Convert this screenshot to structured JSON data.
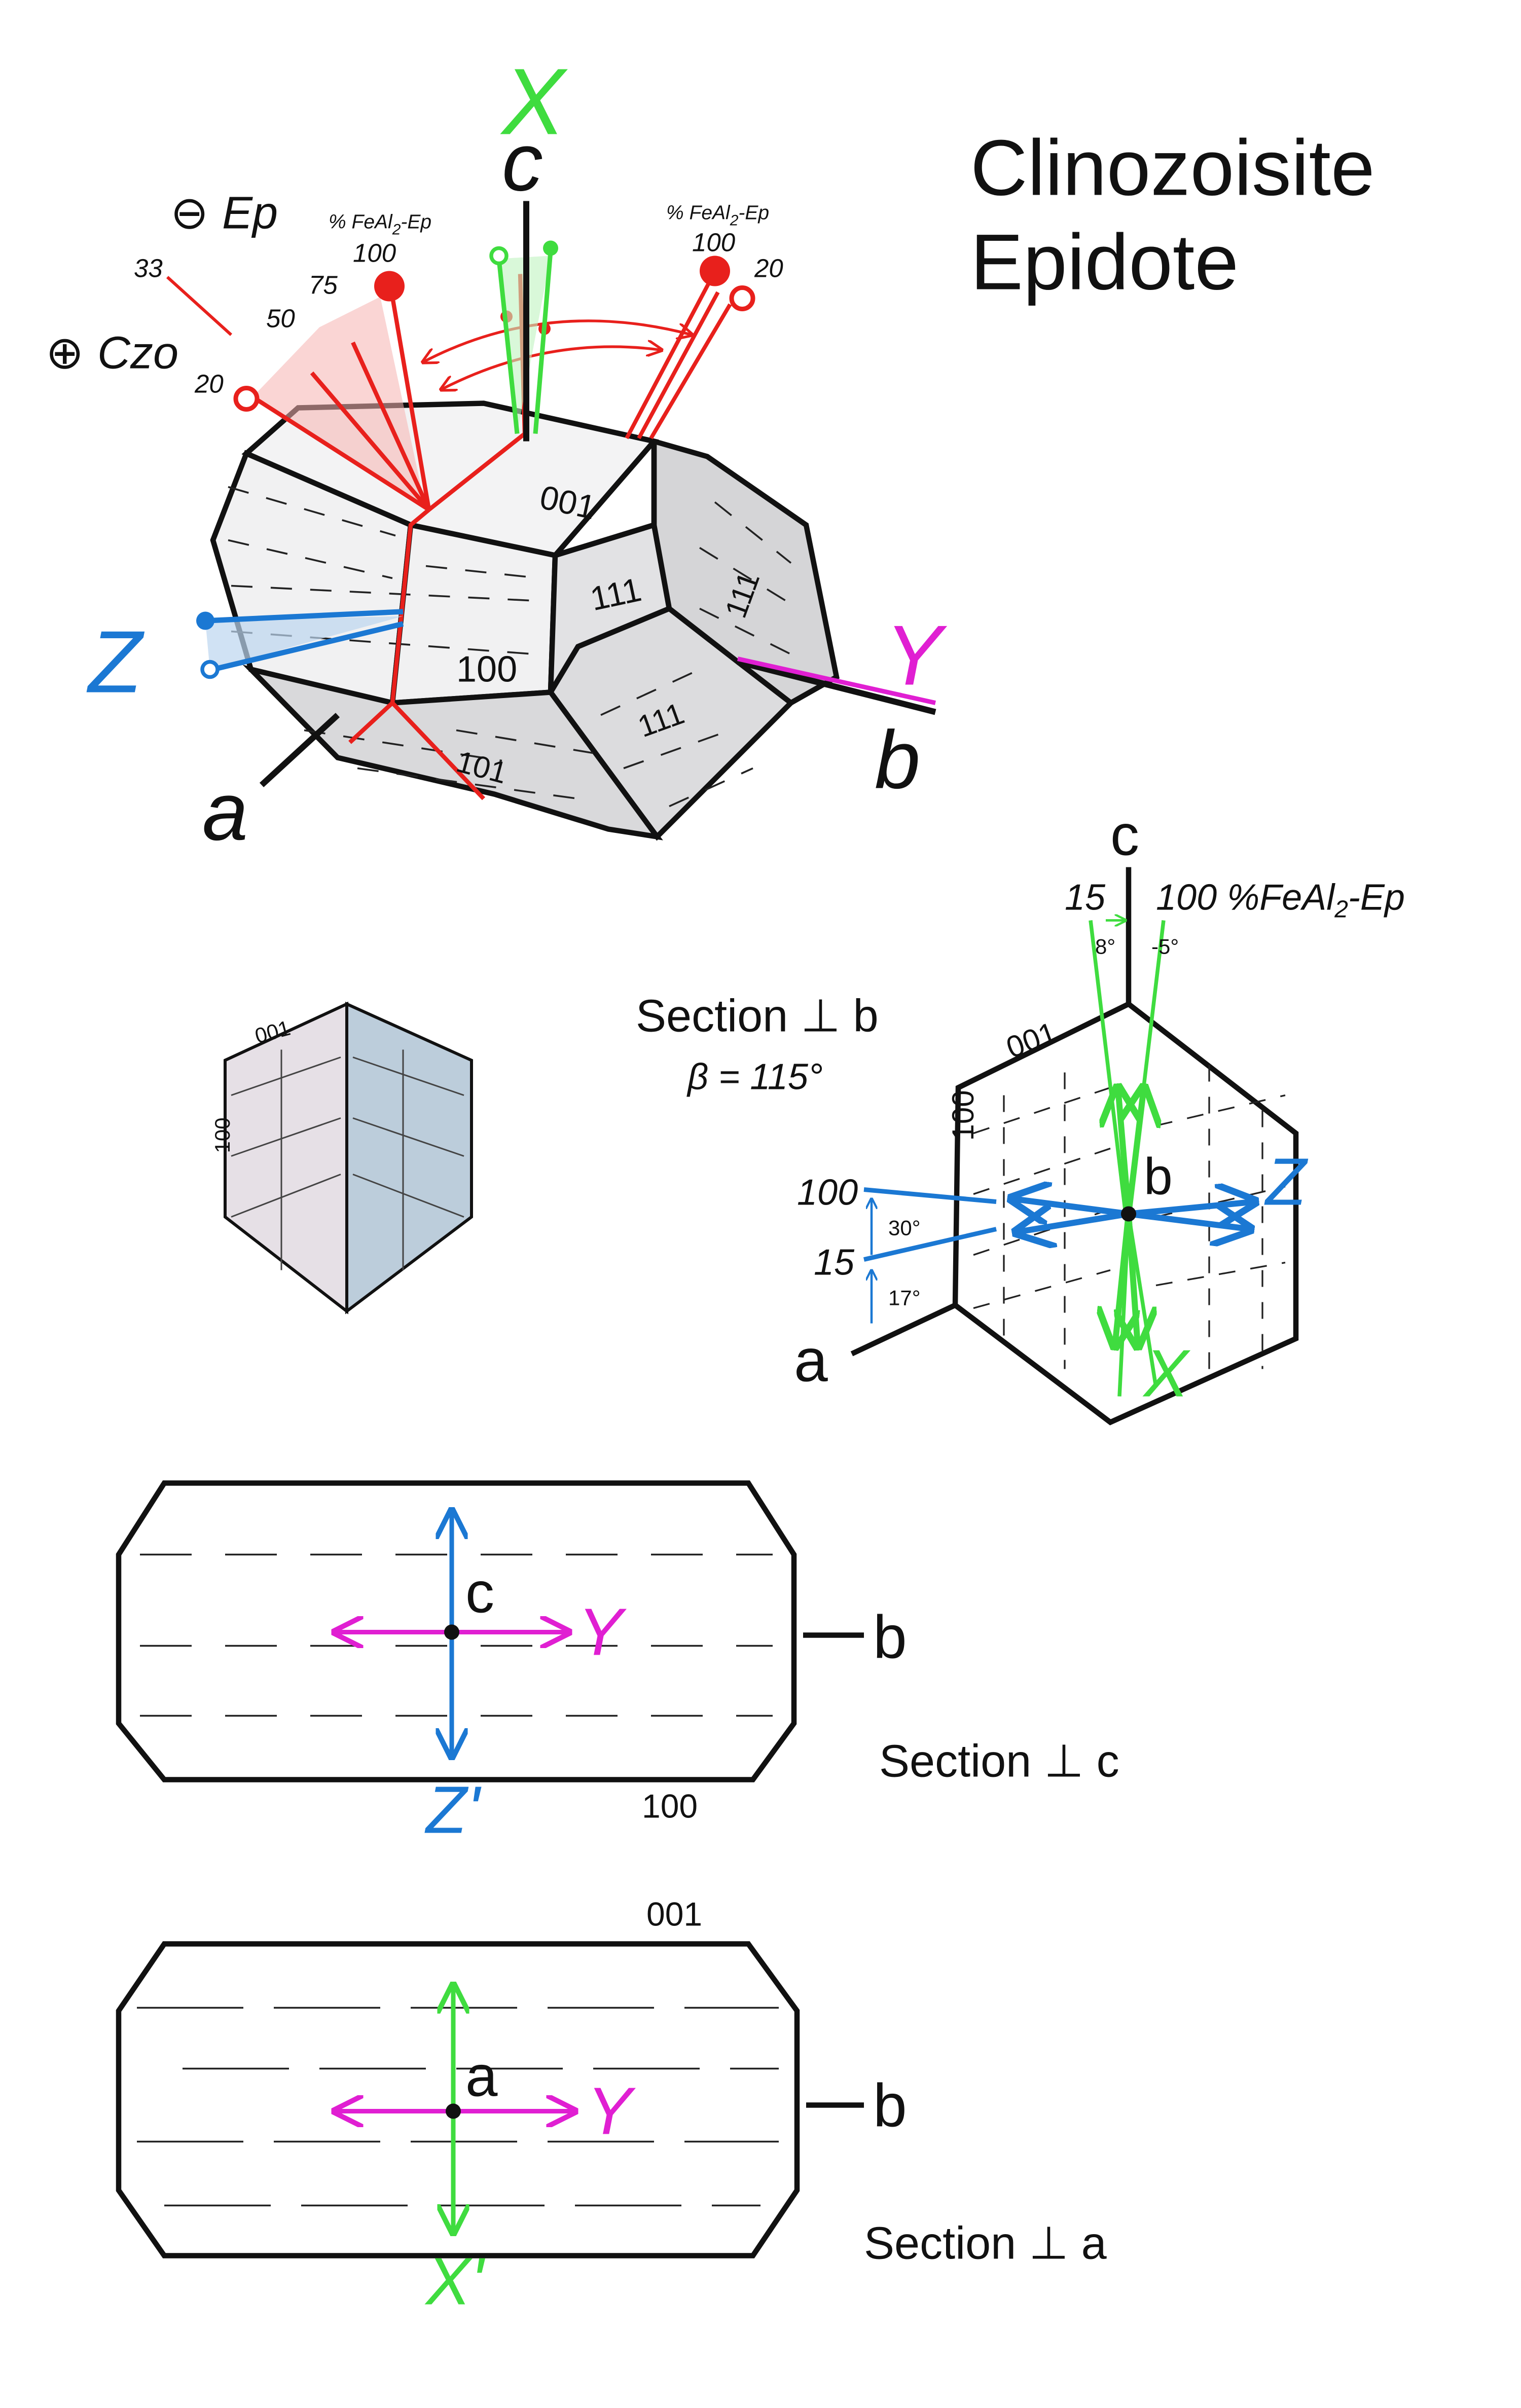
{
  "title": {
    "line1": "Clinozoisite",
    "line2": "Epidote"
  },
  "colors": {
    "ink": "#111111",
    "red": "#e8201c",
    "green": "#3fdc3f",
    "blue": "#1b78d3",
    "magenta": "#e01fd2",
    "faceLight": "#f2f2f3",
    "faceDark": "#d7d7d9",
    "panelPink": "#e6e0e6",
    "panelBlue": "#bccddb"
  },
  "crystal3d": {
    "axis_c": "c",
    "axis_a": "a",
    "axis_b": "b",
    "opt_X": "X",
    "opt_Y": "Y",
    "opt_Z": "Z",
    "minus_ep": "Ep",
    "plus_czo": "Czo",
    "minus_symbol": "⊖",
    "plus_symbol": "⊕",
    "fe_label_left": "% FeAl",
    "fe_label_right": "% FeAl",
    "fe_sub": "2",
    "fe_suffix": "-Ep",
    "scale_left": [
      "100",
      "75",
      "50",
      "33",
      "20"
    ],
    "scale_right": [
      "100",
      "20"
    ],
    "face_001": "001",
    "face_111_top": "111",
    "face_111_right": "111",
    "face_100": "100",
    "face_111_lower": "111",
    "face_101": "101"
  },
  "prism_small": {
    "face_001": "001",
    "face_100": "100"
  },
  "section_b": {
    "title": "Section ⊥ b",
    "beta": "β = 115°",
    "axis_c": "c",
    "axis_a": "a",
    "axis_b": "b",
    "opt_X": "X",
    "opt_Z": "Z",
    "face_001": "001",
    "face_100": "100",
    "top_15": "15",
    "top_100": "100 %FeAl",
    "top_sub": "2",
    "top_suffix": "-Ep",
    "angle_8": "8°",
    "angle_5": "-5°",
    "left_100": "100",
    "left_15": "15",
    "angle_30": "30°",
    "angle_17": "17°"
  },
  "section_c": {
    "title": "Section ⊥ c",
    "axis_c": "c",
    "axis_b": "b",
    "opt_Y": "Y",
    "opt_Z": "Z'",
    "face_100": "100"
  },
  "section_a": {
    "title": "Section ⊥ a",
    "axis_a": "a",
    "axis_b": "b",
    "opt_Y": "Y",
    "opt_X": "X'",
    "face_001": "001"
  }
}
